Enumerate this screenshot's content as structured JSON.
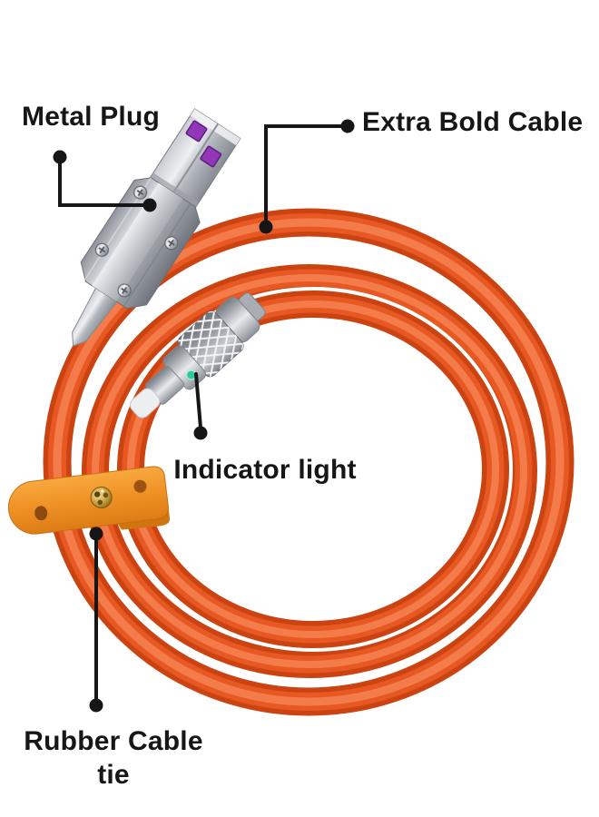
{
  "annotations": {
    "metal_plug": {
      "label": "Metal Plug"
    },
    "extra_bold_cable": {
      "label": "Extra Bold Cable"
    },
    "indicator_light": {
      "label": "Indicator light"
    },
    "rubber_cable_tie": {
      "label_line1": "Rubber Cable",
      "label_line2": "tie"
    }
  },
  "colors": {
    "background": "#ffffff",
    "annotation_black": "#161616",
    "cable_orange": "#E85822",
    "cable_orange_dark": "#CC4312",
    "cable_orange_highlight": "#F47E4E",
    "tie_orange": "#EF9125",
    "brass_button": "#D8AE4E",
    "metal_silver": "#C9CCD2",
    "usb_contact_purple": "#9137B8",
    "indicator_green": "#2FC9A0"
  }
}
